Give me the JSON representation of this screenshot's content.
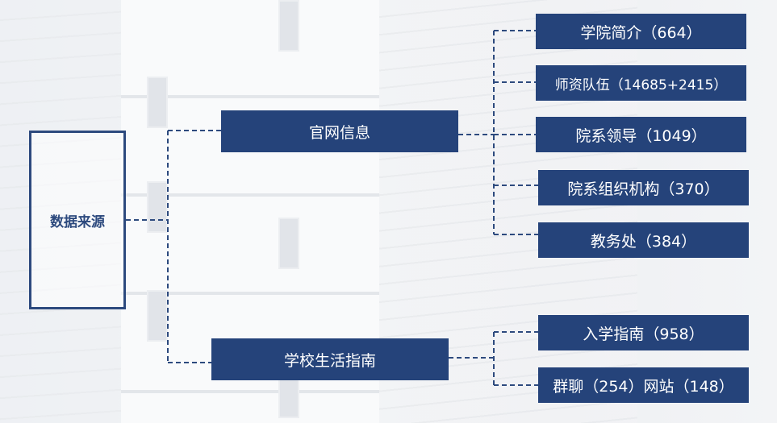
{
  "root": {
    "label": "数据来源"
  },
  "groups": [
    {
      "label": "官网信息",
      "children": [
        "学院简介（664）",
        "师资队伍（14685+2415）",
        "院系领导（1049）",
        "院系组织机构（370）",
        "教务处（384）"
      ]
    },
    {
      "label": "学校生活指南",
      "children": [
        "入学指南（958）",
        "群聊（254）网站（148）"
      ]
    }
  ],
  "colors": {
    "box_fill": "#25437a",
    "box_text": "#ffffff",
    "root_border": "#2d4a7e",
    "connector": "#2d4a7e"
  }
}
